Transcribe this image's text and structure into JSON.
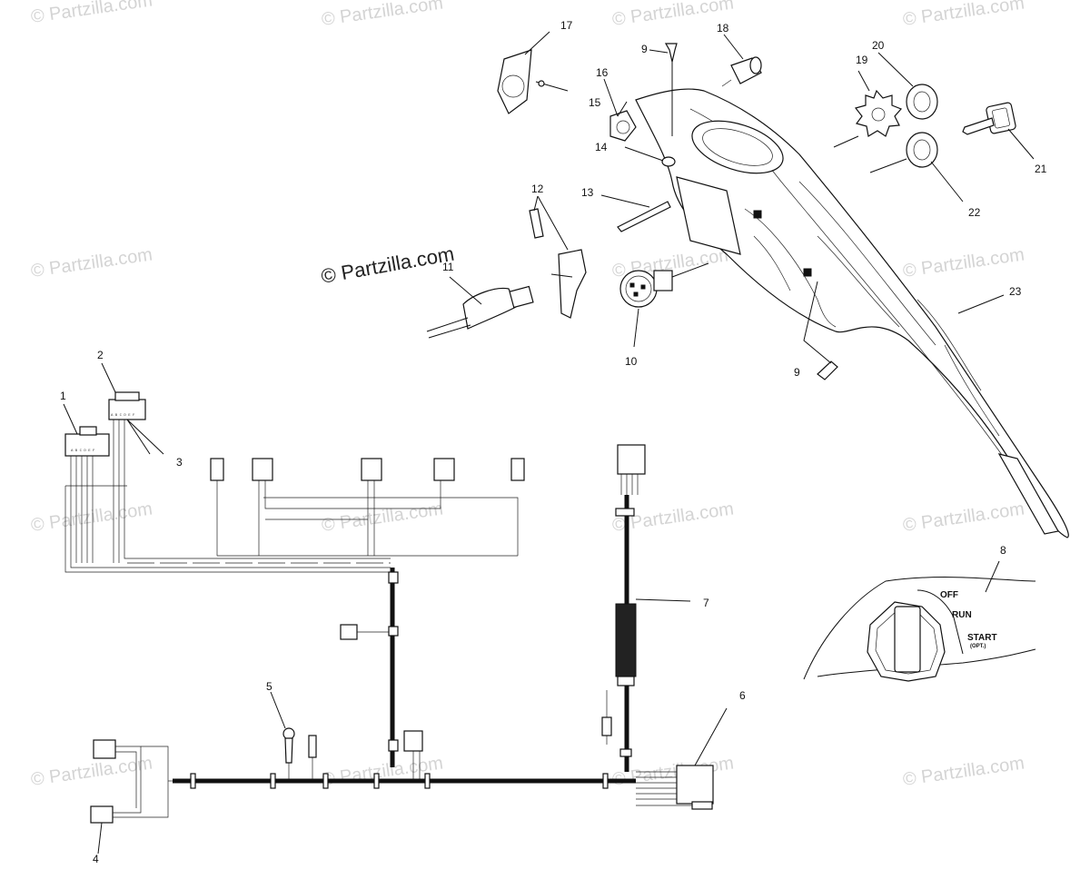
{
  "watermarks": {
    "small": "© Partzilla.com",
    "main": "© Partzilla.com"
  },
  "callouts": {
    "c1": "1",
    "c2": "2",
    "c3": "3",
    "c4": "4",
    "c5": "5",
    "c6": "6",
    "c7": "7",
    "c8": "8",
    "c9a": "9",
    "c9b": "9",
    "c10": "10",
    "c11": "11",
    "c12": "12",
    "c13": "13",
    "c14": "14",
    "c15": "15",
    "c16": "16",
    "c17": "17",
    "c18": "18",
    "c19": "19",
    "c20": "20",
    "c21": "21",
    "c22": "22",
    "c23": "23"
  },
  "switch_detail": {
    "off": "OFF",
    "run": "RUN",
    "start": "START",
    "opt": "(OPT.)"
  },
  "connector_pins": {
    "pins1": "A B C D E F",
    "pins2": "A B C D E F"
  }
}
